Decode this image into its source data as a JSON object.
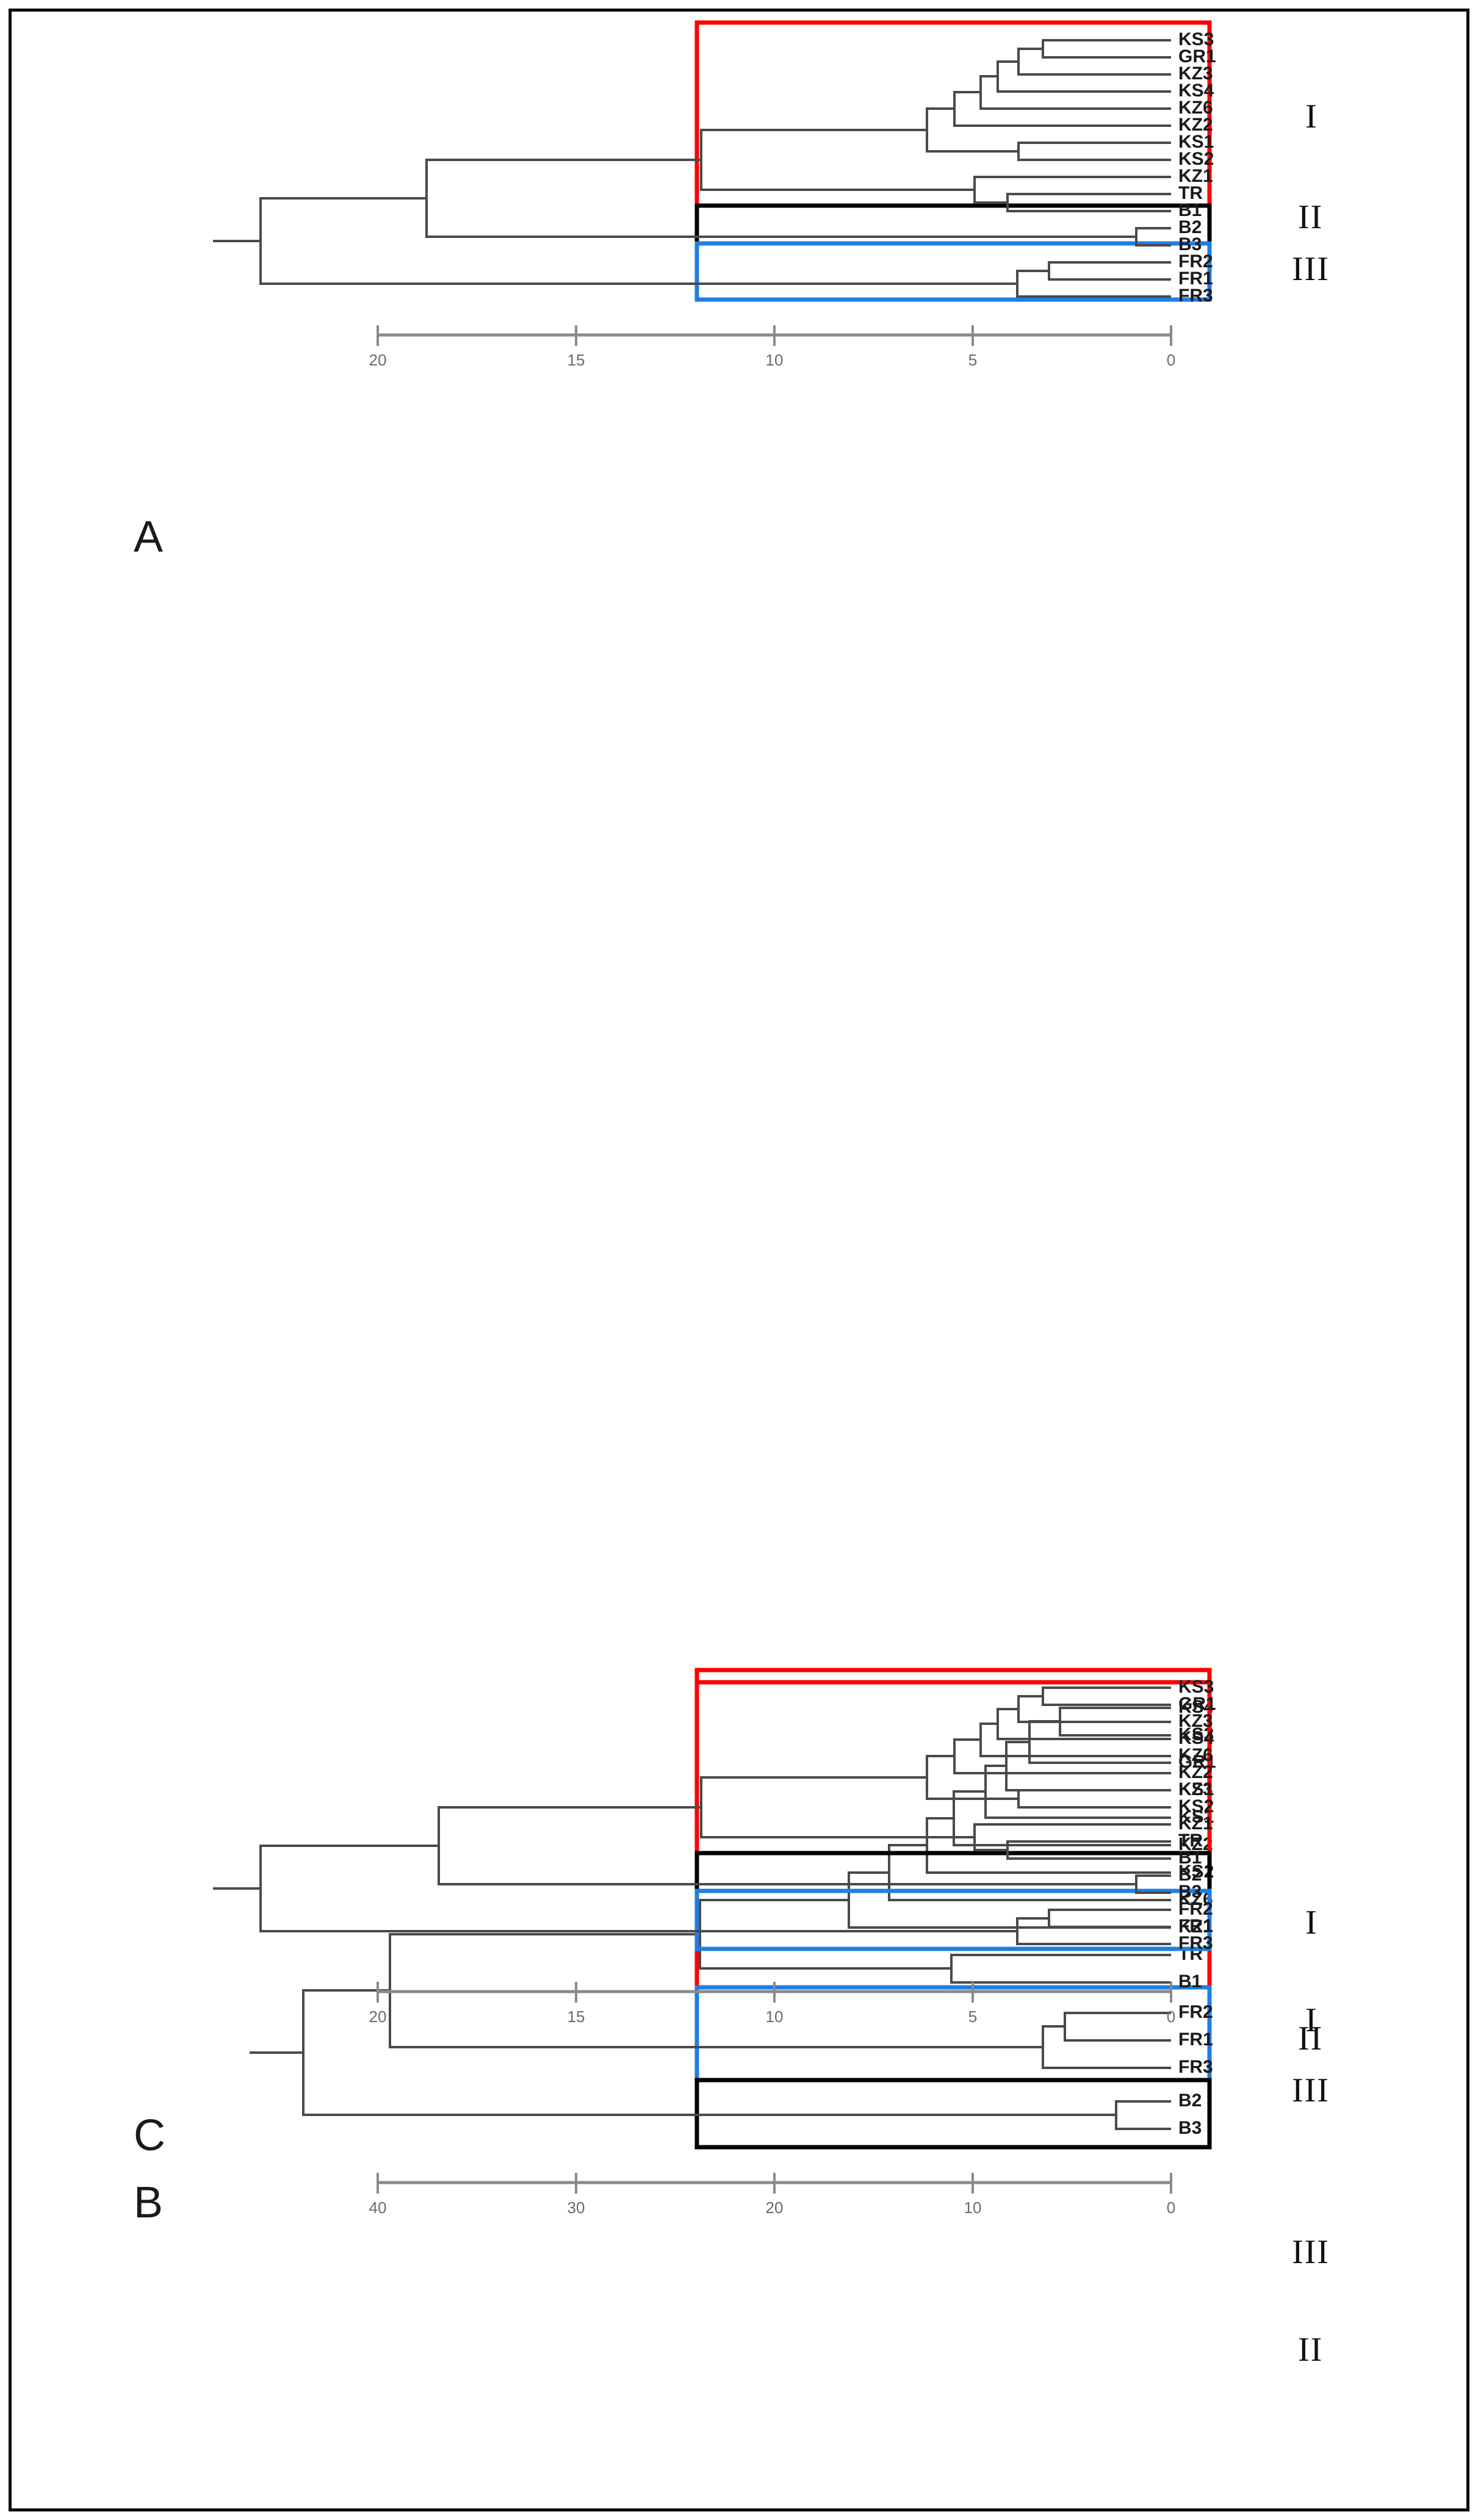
{
  "figure": {
    "type": "dendrogram-figure",
    "panel_count": 3,
    "colors": {
      "cluster_I": "#ff0000",
      "cluster_II": "#000000",
      "cluster_III": "#1f7fe0",
      "branch": "#4a4a4a",
      "axis": "#8a8a8a",
      "frame": "#0a0a0a"
    }
  },
  "panels": [
    {
      "letter": "A",
      "axis": {
        "ticks": [
          "20",
          "15",
          "10",
          "5",
          "0"
        ],
        "max": 20,
        "min": 0
      },
      "groups": [
        {
          "label": "I",
          "color": "#ff0000"
        },
        {
          "label": "II",
          "color": "#000000"
        },
        {
          "label": "III",
          "color": "#1f7fe0"
        }
      ],
      "leaves": [
        "KS3",
        "GR1",
        "KZ3",
        "KS4",
        "KZ6",
        "KZ2",
        "KS1",
        "KS2",
        "KZ1",
        "TR",
        "B1",
        "B2",
        "B3",
        "FR2",
        "FR1",
        "FR3"
      ],
      "cluster_members": {
        "I": [
          "KS3",
          "GR1",
          "KZ3",
          "KS4",
          "KZ6",
          "KZ2",
          "KS1",
          "KS2",
          "KZ1",
          "TR",
          "B1"
        ],
        "II": [
          "B2",
          "B3"
        ],
        "III": [
          "FR2",
          "FR1",
          "FR3"
        ]
      }
    },
    {
      "letter": "B",
      "axis": {
        "ticks": [
          "40",
          "30",
          "20",
          "10",
          "0"
        ],
        "max": 40,
        "min": 0
      },
      "groups": [
        {
          "label": "I",
          "color": "#ff0000"
        },
        {
          "label": "III",
          "color": "#1f7fe0"
        },
        {
          "label": "II",
          "color": "#000000"
        }
      ],
      "leaves": [
        "KS4",
        "KS3",
        "GR1",
        "KZ3",
        "KS1",
        "KZ2",
        "KS2",
        "KZ6",
        "KZ1",
        "TR",
        "B1",
        "FR2",
        "FR1",
        "FR3",
        "B2",
        "B3"
      ],
      "cluster_members": {
        "I": [
          "KS4",
          "KS3",
          "GR1",
          "KZ3",
          "KS1",
          "KZ2",
          "KS2",
          "KZ6",
          "KZ1",
          "TR",
          "B1"
        ],
        "III": [
          "FR2",
          "FR1",
          "FR3"
        ],
        "II": [
          "B2",
          "B3"
        ]
      }
    },
    {
      "letter": "C",
      "axis": {
        "ticks": [
          "20",
          "15",
          "10",
          "5",
          "0"
        ],
        "max": 20,
        "min": 0
      },
      "groups": [
        {
          "label": "I",
          "color": "#ff0000"
        },
        {
          "label": "II",
          "color": "#000000"
        },
        {
          "label": "III",
          "color": "#1f7fe0"
        }
      ],
      "leaves": [
        "KS3",
        "GR1",
        "KZ3",
        "KS4",
        "KZ6",
        "KZ2",
        "KS1",
        "KS2",
        "KZ1",
        "TR",
        "B1",
        "B2",
        "B3",
        "FR2",
        "FR1",
        "FR3"
      ],
      "cluster_members": {
        "I": [
          "KS3",
          "GR1",
          "KZ3",
          "KS4",
          "KZ6",
          "KZ2",
          "KS1",
          "KS2",
          "KZ1",
          "TR",
          "B1"
        ],
        "II": [
          "B2",
          "B3"
        ],
        "III": [
          "FR2",
          "FR1",
          "FR3"
        ]
      }
    }
  ],
  "chart_data": {
    "type": "dendrogram",
    "title": "",
    "xlabel": "",
    "ylabel": "",
    "orientation": "right-to-left",
    "panels": [
      {
        "name": "A",
        "xlim": [
          20,
          0
        ],
        "xticks": [
          20,
          15,
          10,
          5,
          0
        ],
        "leaf_order": [
          "KS3",
          "GR1",
          "KZ3",
          "KS4",
          "KZ6",
          "KZ2",
          "KS1",
          "KS2",
          "KZ1",
          "TR",
          "B1",
          "B2",
          "B3",
          "FR2",
          "FR1",
          "FR3"
        ],
        "merges": [
          {
            "children": [
              "KS3",
              "GR1"
            ],
            "height": 1.0
          },
          {
            "children": [
              "n0",
              "KZ3"
            ],
            "height": 1.9
          },
          {
            "children": [
              "n1",
              "KS4"
            ],
            "height": 2.6
          },
          {
            "children": [
              "n2",
              "KZ6"
            ],
            "height": 3.2
          },
          {
            "children": [
              "n3",
              "KZ2"
            ],
            "height": 4.2
          },
          {
            "children": [
              "KS1",
              "KS2"
            ],
            "height": 2.6
          },
          {
            "children": [
              "n4",
              "n5"
            ],
            "height": 5.2
          },
          {
            "children": [
              "TR",
              "B1"
            ],
            "height": 1.6
          },
          {
            "children": [
              "KZ1",
              "n7"
            ],
            "height": 3.4
          },
          {
            "children": [
              "n6",
              "n8"
            ],
            "height": 8.7
          },
          {
            "children": [
              "B2",
              "B3"
            ],
            "height": 0.9
          },
          {
            "children": [
              "n9",
              "n10"
            ],
            "height": 13.0
          },
          {
            "children": [
              "FR2",
              "FR1"
            ],
            "height": 2.2
          },
          {
            "children": [
              "n12",
              "FR3"
            ],
            "height": 3.3
          },
          {
            "children": [
              "n11",
              "n13"
            ],
            "height": 18.0
          }
        ],
        "clusters": {
          "I": "#ff0000",
          "II": "#000000",
          "III": "#1f7fe0"
        }
      },
      {
        "name": "B",
        "xlim": [
          44,
          0
        ],
        "xticks": [
          40,
          30,
          20,
          10,
          0
        ],
        "leaf_order": [
          "KS4",
          "KS3",
          "GR1",
          "KZ3",
          "KS1",
          "KZ2",
          "KS2",
          "KZ6",
          "KZ1",
          "TR",
          "B1",
          "FR2",
          "FR1",
          "FR3",
          "B2",
          "B3"
        ],
        "merges": [
          {
            "children": [
              "KS4",
              "KS3"
            ],
            "height": 2.6
          },
          {
            "children": [
              "n0",
              "GR1"
            ],
            "height": 4.2
          },
          {
            "children": [
              "n1",
              "KZ3"
            ],
            "height": 5.4
          },
          {
            "children": [
              "n2",
              "KS1"
            ],
            "height": 6.5
          },
          {
            "children": [
              "n3",
              "KZ2"
            ],
            "height": 8.2
          },
          {
            "children": [
              "n4",
              "KS2"
            ],
            "height": 9.6
          },
          {
            "children": [
              "n5",
              "KZ6"
            ],
            "height": 11.6
          },
          {
            "children": [
              "n6",
              "KZ1"
            ],
            "height": 13.6
          },
          {
            "children": [
              "TR",
              "B1"
            ],
            "height": 4.4
          },
          {
            "children": [
              "n7",
              "n8"
            ],
            "height": 17.4
          },
          {
            "children": [
              "FR2",
              "FR1"
            ],
            "height": 4.0
          },
          {
            "children": [
              "n10",
              "FR3"
            ],
            "height": 5.1
          },
          {
            "children": [
              "n9",
              "n11"
            ],
            "height": 35.0
          },
          {
            "children": [
              "B2",
              "B3"
            ],
            "height": 1.6
          },
          {
            "children": [
              "n12",
              "n13"
            ],
            "height": 40.0
          }
        ],
        "clusters": {
          "I": "#ff0000",
          "III": "#1f7fe0",
          "II": "#000000"
        }
      },
      {
        "name": "C",
        "xlim": [
          20,
          0
        ],
        "xticks": [
          20,
          15,
          10,
          5,
          0
        ],
        "leaf_order": [
          "KS3",
          "GR1",
          "KZ3",
          "KS4",
          "KZ6",
          "KZ2",
          "KS1",
          "KS2",
          "KZ1",
          "TR",
          "B1",
          "B2",
          "B3",
          "FR2",
          "FR1",
          "FR3"
        ],
        "merges": [
          {
            "children": [
              "KS3",
              "GR1"
            ],
            "height": 1.3
          },
          {
            "children": [
              "n0",
              "KZ3"
            ],
            "height": 2.2
          },
          {
            "children": [
              "n1",
              "KS4"
            ],
            "height": 3.0
          },
          {
            "children": [
              "n2",
              "KZ6"
            ],
            "height": 3.6
          },
          {
            "children": [
              "n3",
              "KZ2"
            ],
            "height": 4.4
          },
          {
            "children": [
              "KS1",
              "KS2"
            ],
            "height": 2.8
          },
          {
            "children": [
              "n4",
              "n5"
            ],
            "height": 5.4
          },
          {
            "children": [
              "TR",
              "B1"
            ],
            "height": 1.7
          },
          {
            "children": [
              "KZ1",
              "n7"
            ],
            "height": 3.5
          },
          {
            "children": [
              "n6",
              "n8"
            ],
            "height": 8.9
          },
          {
            "children": [
              "B2",
              "B3"
            ],
            "height": 1.0
          },
          {
            "children": [
              "n9",
              "n10"
            ],
            "height": 13.4
          },
          {
            "children": [
              "FR2",
              "FR1"
            ],
            "height": 2.4
          },
          {
            "children": [
              "n12",
              "FR3"
            ],
            "height": 3.4
          },
          {
            "children": [
              "n11",
              "n13"
            ],
            "height": 18.2
          }
        ],
        "clusters": {
          "I": "#ff0000",
          "II": "#000000",
          "III": "#1f7fe0"
        }
      }
    ]
  }
}
